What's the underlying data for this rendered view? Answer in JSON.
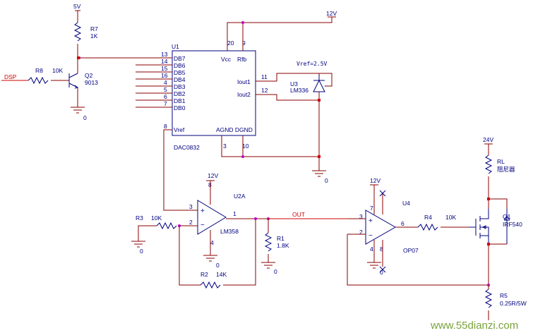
{
  "labels": {
    "v5": "5V",
    "v12_top": "12V",
    "v12_u2a": "12V",
    "v12_u4": "12V",
    "v24": "24V",
    "r7_name": "R7",
    "r7_val": "1K",
    "r8_name": "R8",
    "r8_val": "10K",
    "dsp": "DSP",
    "q2_name": "Q2",
    "q2_val": "9013",
    "u1_name": "U1",
    "u1_part": "DAC0832",
    "u1_vcc": "Vcc",
    "u1_rfb": "Rfb",
    "u1_iout1": "Iout1",
    "u1_iout2": "Iout2",
    "u1_vref": "Vref",
    "u1_gnd": "AGND DGND",
    "db": [
      "DB7",
      "DB6",
      "DB5",
      "DB4",
      "DB3",
      "DB2",
      "DB1",
      "DB0"
    ],
    "db_pins": [
      "13",
      "14",
      "15",
      "16",
      "4",
      "5",
      "6",
      "7"
    ],
    "pin20": "20",
    "pin9": "9",
    "pin11": "11",
    "pin12": "12",
    "pin8_u1": "8",
    "pin3_u1": "3",
    "pin10_u1": "10",
    "vref_note": "Vref=2.5V",
    "u3_name": "U3",
    "u3_part": "LM336",
    "u2a_name": "U2A",
    "u2a_part": "LM358",
    "u2a_p3": "3",
    "u2a_p2": "2",
    "u2a_p8": "8",
    "u2a_p4": "4",
    "u2a_p1": "1",
    "r3_name": "R3",
    "r3_val": "10K",
    "r2_name": "R2",
    "r2_val": "14K",
    "r1_name": "R1",
    "r1_val": "1.8K",
    "out": "OUT",
    "u4_name": "U4",
    "u4_part": "OP07",
    "u4_p3": "3",
    "u4_p2": "2",
    "u4_p6": "6",
    "u4_p7": "7",
    "u4_p4": "4",
    "u4_p8": "8",
    "r4_name": "R4",
    "r4_val": "10K",
    "rl_name": "RL",
    "rl_val": "阻尼器",
    "q1_name": "Q1",
    "q1_part": "IRF540",
    "r5_name": "R5",
    "r5_val": "0.25R/5W",
    "gnd": "0",
    "watermark": "www.55dianzi.com"
  },
  "colors": {
    "wire": "#8b0000",
    "net_label": "#d00000",
    "component": "#000080",
    "junction": "#c000c0"
  }
}
